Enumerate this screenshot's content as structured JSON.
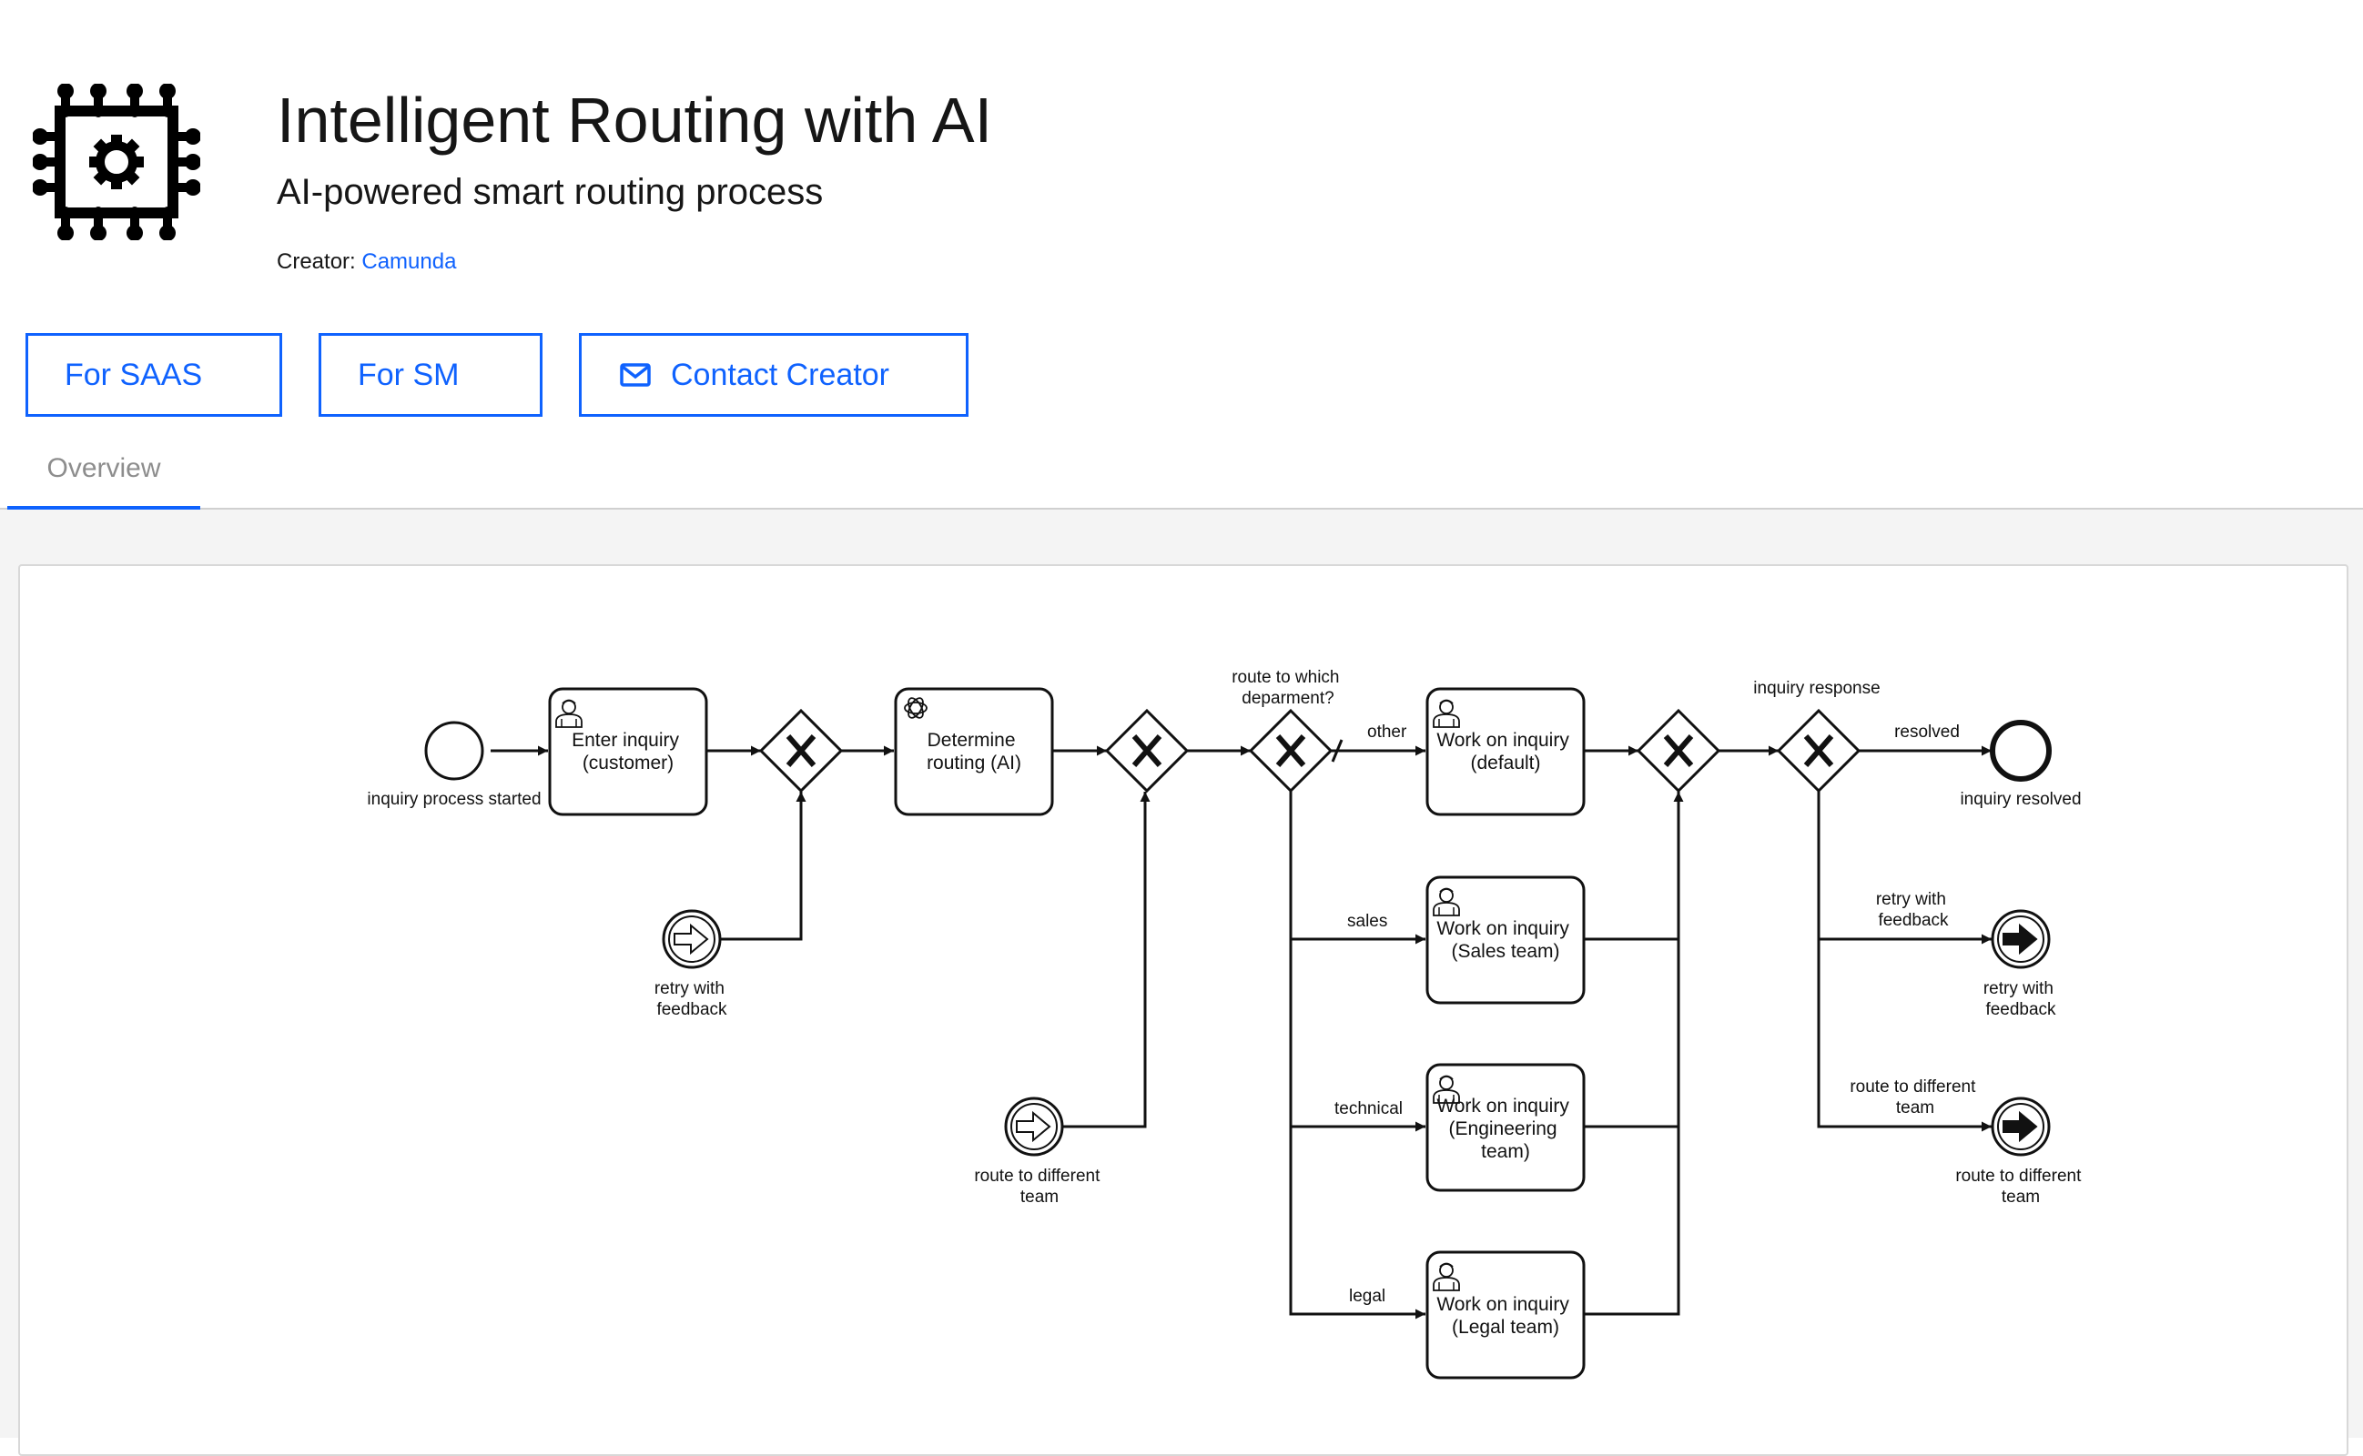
{
  "header": {
    "title": "Intelligent Routing with AI",
    "subtitle": "AI-powered smart routing process",
    "creator_label": "Creator:",
    "creator_name": "Camunda"
  },
  "actions": {
    "saas_label": "For SAAS",
    "sm_label": "For SM",
    "contact_label": "Contact Creator"
  },
  "tabs": [
    {
      "label": "Overview",
      "selected": true
    }
  ],
  "diagram": {
    "start_event": "inquiry process started",
    "task_enter_inquiry": [
      "Enter inquiry",
      "(customer)"
    ],
    "retry_link_catch": [
      "retry with",
      "feedback"
    ],
    "task_determine_routing": [
      "Determine",
      "routing (AI)"
    ],
    "route_link_catch": [
      "route to different",
      "team"
    ],
    "gateway_department": [
      "route to which",
      "deparment?"
    ],
    "flow_other": "other",
    "flow_sales": "sales",
    "flow_technical": "technical",
    "flow_legal": "legal",
    "task_default": [
      "Work on inquiry",
      "(default)"
    ],
    "task_sales": [
      "Work on inquiry",
      "(Sales team)"
    ],
    "task_engineering": [
      "Work on inquiry",
      "(Engineering",
      "team)"
    ],
    "task_legal": [
      "Work on inquiry",
      "(Legal team)"
    ],
    "gateway_response": "inquiry response",
    "flow_resolved": "resolved",
    "end_resolved": "inquiry resolved",
    "flow_retry": [
      "retry with",
      "feedback"
    ],
    "link_throw_retry": [
      "retry with",
      "feedback"
    ],
    "flow_route_different": [
      "route to different",
      "team"
    ],
    "link_throw_route": [
      "route to different",
      "team"
    ]
  },
  "colors": {
    "accent": "#0f62fe",
    "text": "#161616",
    "muted": "#8d8d8d",
    "canvas_bg": "#f4f4f4"
  },
  "icons": {
    "logo": "ai-chip-gear-icon",
    "contact": "mail-icon",
    "user_task": "user-icon",
    "ai_task": "openai-icon",
    "gateway": "exclusive-gateway-x-icon",
    "link_catch": "link-catch-arrow-icon",
    "link_throw": "link-throw-arrow-icon"
  }
}
